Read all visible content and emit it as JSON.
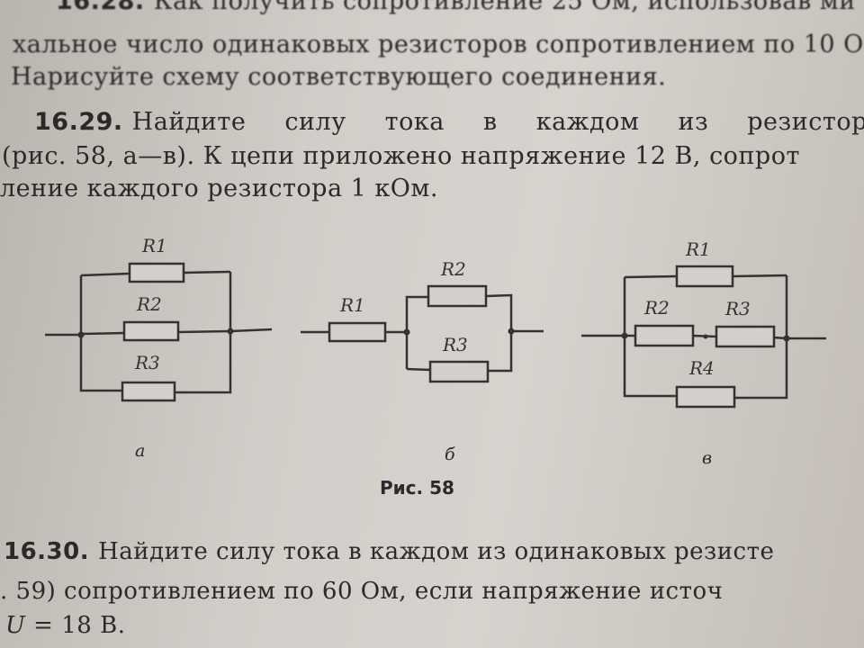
{
  "problem_16_28": {
    "number": "16.28.",
    "line1": "Как получить сопротивление 25 Ом, использовав ми",
    "line2": "хальное число одинаковых резисторов сопротивлением по 10 О",
    "line3": "Нарисуйте схему соответствующего соединения."
  },
  "problem_16_29": {
    "number": "16.29.",
    "line1": "Найдите силу тока в каждом из резистор",
    "line2": "(рис. 58, а—в). К цепи приложено напряжение 12 В, сопрот",
    "line3": "ление каждого резистора 1 кОм."
  },
  "figure": {
    "caption": "Рис. 58",
    "circuit_a": {
      "label": "а",
      "resistors": [
        "R1",
        "R2",
        "R3"
      ]
    },
    "circuit_b": {
      "label": "б",
      "resistors": [
        "R1",
        "R2",
        "R3"
      ]
    },
    "circuit_c": {
      "label": "в",
      "resistors": [
        "R1",
        "R2",
        "R3",
        "R4"
      ]
    }
  },
  "problem_16_30": {
    "number": "16.30.",
    "line1": "Найдите силу тока в каждом из одинаковых резисте",
    "line2": ". 59) сопротивлением по 60 Ом, если напряжение источ",
    "line3_prefix": "U",
    "line3": " = 18 В."
  }
}
